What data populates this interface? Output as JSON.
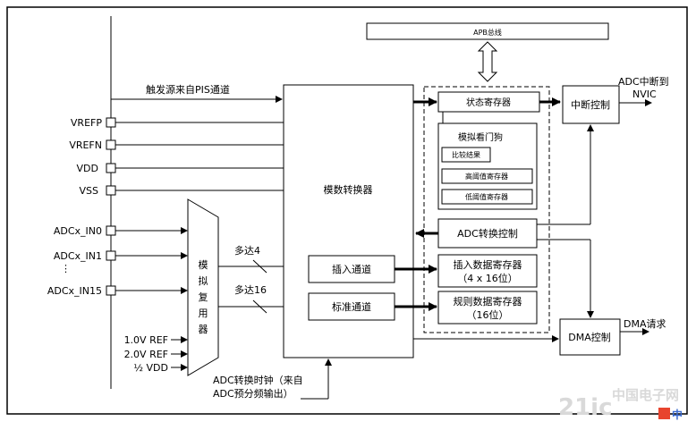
{
  "labels": {
    "apb_bus": "APB总线",
    "trigger": "触发源来自PIS通道",
    "vrefp": "VREFP",
    "vrefn": "VREFN",
    "vdd": "VDD",
    "vss": "VSS",
    "in0": "ADCx_IN0",
    "in1": "ADCx_IN1",
    "dots": "⋮",
    "in15": "ADCx_IN15",
    "mux_chars": [
      "模",
      "拟",
      "复",
      "用",
      "器"
    ],
    "ref10": "1.0V REF",
    "ref20": "2.0V REF",
    "half_vdd": "½ VDD",
    "up_to_4": "多达4",
    "up_to_16": "多达16",
    "adc_core": "模数转换器",
    "inject_channel": "插入通道",
    "regular_channel": "标准通道",
    "status_reg": "状态寄存器",
    "watchdog": "模拟看门狗",
    "compare_result": "比较结果",
    "high_threshold": "高阈值寄存器",
    "low_threshold": "低阈值寄存器",
    "conv_ctrl": "ADC转换控制",
    "inject_data_reg_1": "插入数据寄存器",
    "inject_data_reg_2": "（4 x 16位）",
    "regular_data_reg_1": "规则数据寄存器",
    "regular_data_reg_2": "（16位）",
    "int_ctrl": "中断控制",
    "adc_int_1": "ADC中断到",
    "adc_int_2": "NVIC",
    "dma_ctrl": "DMA控制",
    "dma_req": "DMA请求",
    "clock_1": "ADC转换时钟（来自",
    "clock_2": "ADC预分频输出）",
    "watermark_1": "21ic",
    "watermark_2": "中国电子网",
    "watermark_3": "中"
  }
}
